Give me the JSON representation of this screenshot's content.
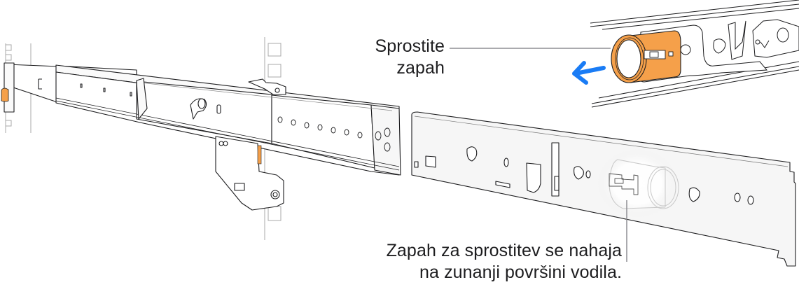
{
  "figure": {
    "type": "hardware-installation-illustration",
    "subject": "rack-mount slide rail with release latch",
    "colors": {
      "highlight_orange": "#F5A04A",
      "arrow_blue": "#1A7CF5",
      "line_art": "#1d1d1f",
      "rack_lines": "#9a9a9a",
      "callout_leader": "#8e8e93",
      "rail_fill": "#f6f6f6"
    }
  },
  "callouts": {
    "release_latch": {
      "line1": "Sprostite",
      "line2": "zapah"
    },
    "latch_location": {
      "line1": "Zapah za sprostitev se nahaja",
      "line2": "na zunanji površini vodila."
    }
  },
  "icons": {
    "pull_arrow": "arrow-left",
    "latch": "orange-cylinder-latch"
  }
}
